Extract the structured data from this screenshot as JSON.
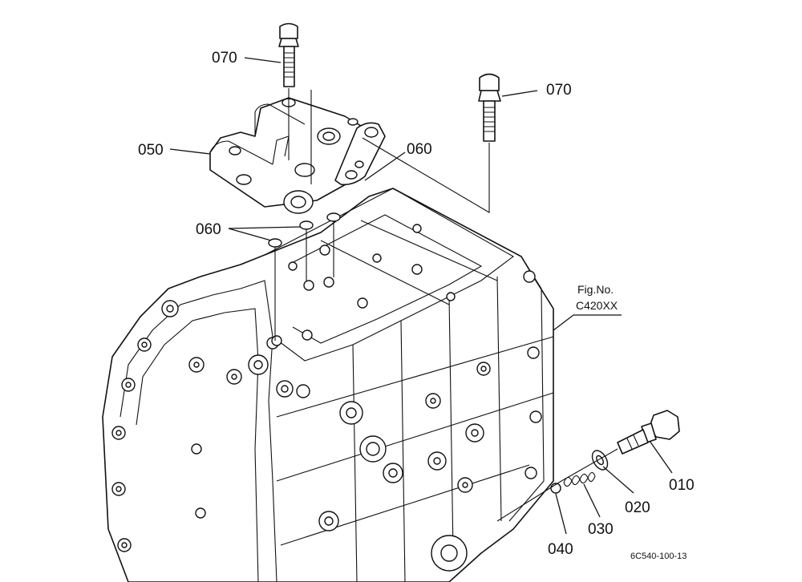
{
  "callouts": {
    "bolt_left": "070",
    "bolt_right": "070",
    "valve_body": "050",
    "oring_right": "060",
    "oring_left": "060",
    "plug": "010",
    "washer": "020",
    "spring": "030",
    "ball": "040"
  },
  "fig_ref": {
    "line1": "Fig.No.",
    "line2": "C420XX"
  },
  "drawing_code": "6C540-100-13"
}
